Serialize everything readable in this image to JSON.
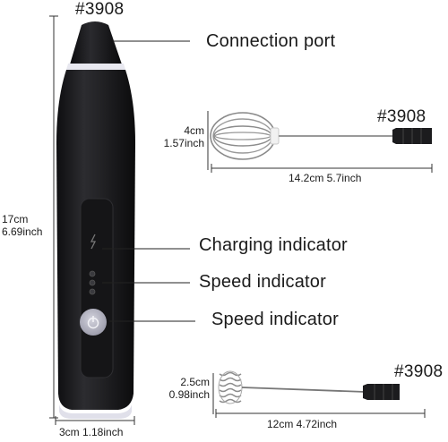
{
  "main_device": {
    "model_code": "#3908",
    "height_cm": "17cm",
    "height_inch": "6.69inch",
    "width_label": "3cm 1.18inch"
  },
  "callouts": [
    {
      "label": "Connection port"
    },
    {
      "label": "Charging indicator"
    },
    {
      "label": "Speed indicator"
    },
    {
      "label": "Speed indicator"
    }
  ],
  "whisk_attachment": {
    "model_code": "#3908",
    "head_cm": "4cm",
    "head_inch": "1.57inch",
    "length_label": "14.2cm 5.7inch"
  },
  "spring_attachment": {
    "model_code": "#3908",
    "head_cm": "2.5cm",
    "head_inch": "0.98inch",
    "length_label": "12cm 4.72inch"
  },
  "colors": {
    "body": "#1b1b1d",
    "ring": "#e8e8f0",
    "button": "#b9b9c6",
    "line": "#333333"
  }
}
